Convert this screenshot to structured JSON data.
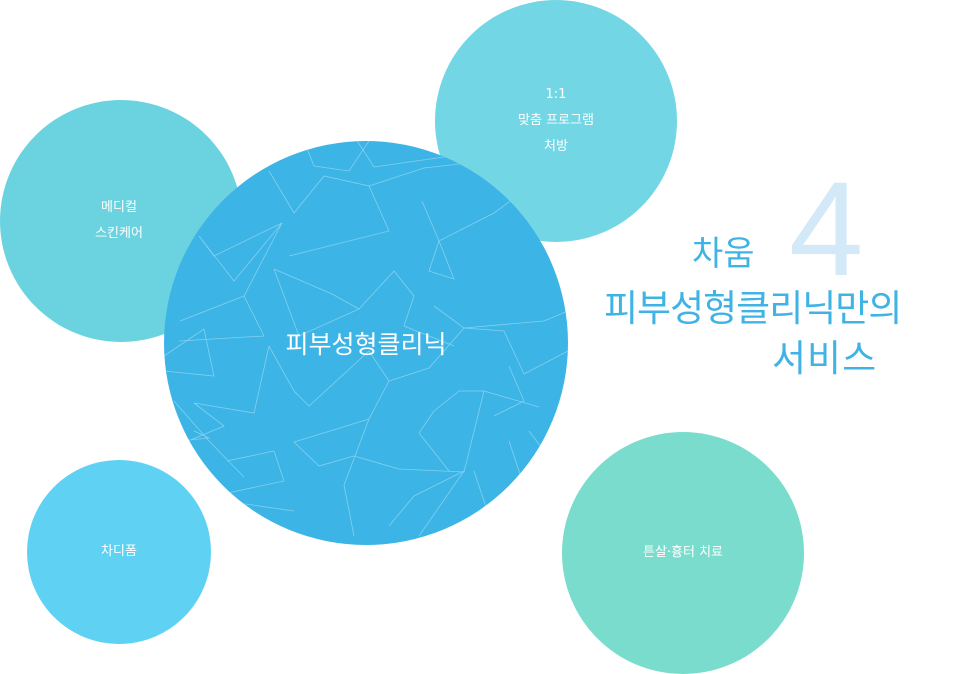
{
  "main_circle": {
    "title": "피부성형클리닉",
    "color": "#3db4e6",
    "pattern_line_color": "#8fd6f2"
  },
  "service_circles": [
    {
      "id": "top",
      "lines": [
        "1:1",
        "맞춤 프로그램",
        "처방"
      ],
      "color": "#73d6e4"
    },
    {
      "id": "left",
      "lines": [
        "메디컬",
        "스킨케어"
      ],
      "color": "#6ad3df"
    },
    {
      "id": "bottom-left",
      "lines": [
        "차디폼"
      ],
      "color": "#5fd1f2"
    },
    {
      "id": "bottom-right",
      "lines": [
        "튼살·흉터 치료"
      ],
      "color": "#7adccd"
    }
  ],
  "heading": {
    "number": "4",
    "line1": "차움",
    "line2": "피부성형클리닉만의",
    "line3": "서비스",
    "text_color": "#3fb3e4",
    "number_color": "#d3e9f7"
  }
}
